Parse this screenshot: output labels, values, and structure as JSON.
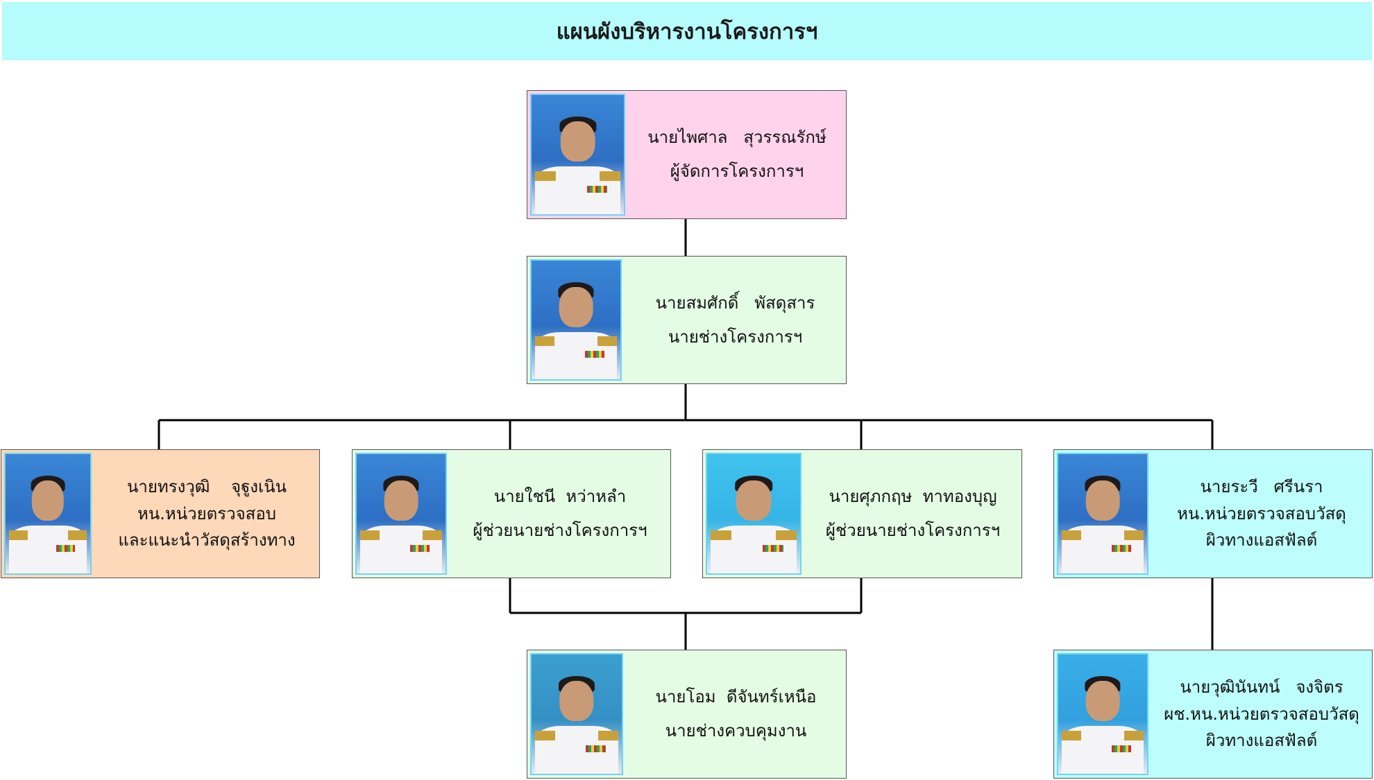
{
  "title": "แผนผังบริหารงานโครงการฯ",
  "colors": {
    "title_bg": "#b6fcfd",
    "manager_bg": "#ffd3ec",
    "engineer_bg": "#e4fce4",
    "inspector_bg": "#fdd8b9",
    "asphalt_bg": "#bdfefc",
    "connector": "#000000"
  },
  "nodes": {
    "manager": {
      "name": "นายไพศาล   สุวรรณรักษ์",
      "role": "ผู้จัดการโครงการฯ",
      "photo_icon": "person-photo-icon"
    },
    "engineer": {
      "name": "นายสมศักดิ์   พัสดุสาร",
      "role": "นายช่างโครงการฯ",
      "photo_icon": "person-photo-icon"
    },
    "inspector": {
      "name": "นายทรงวุฒิ    จุฐูงเนิน",
      "role": "หน.หน่วยตรวจสอบ",
      "role2": "และแนะนำวัสดุสร้างทาง",
      "photo_icon": "person-photo-icon"
    },
    "assistant1": {
      "name": "นายใชนี  หว่าหลำ",
      "role": "ผู้ช่วยนายช่างโครงการฯ",
      "photo_icon": "person-photo-icon"
    },
    "assistant2": {
      "name": "นายศุภกฤษ  ทาทองบุญ",
      "role": "ผู้ช่วยนายช่างโครงการฯ",
      "photo_icon": "person-photo-icon"
    },
    "asphalt_head": {
      "name": "นายระวี   ศรีนรา",
      "role": "หน.หน่วยตรวจสอบวัสดุ",
      "role2": "ผิวทางแอสฟัลต์",
      "photo_icon": "person-photo-icon"
    },
    "supervisor": {
      "name": "นายโอม  ดีจันทร์เหนือ",
      "role": "นายช่างควบคุมงาน",
      "photo_icon": "person-photo-icon"
    },
    "asphalt_asst": {
      "name": "นายวุฒินันทน์   จงจิตร",
      "role": "ผช.หน.หน่วยตรวจสอบวัสดุ",
      "role2": "ผิวทางแอสฟัลต์",
      "photo_icon": "person-photo-icon"
    }
  }
}
